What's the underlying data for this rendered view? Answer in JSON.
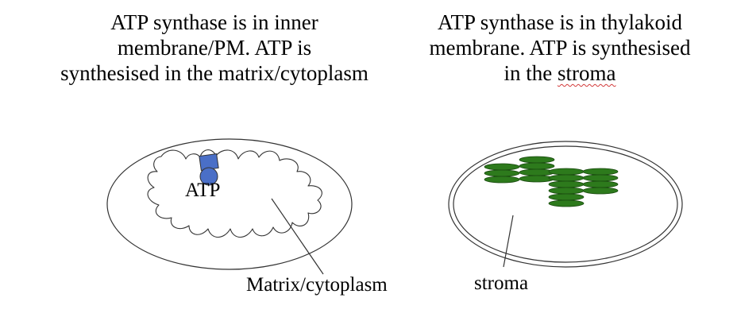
{
  "left_panel": {
    "caption_line1": "ATP synthase is in inner",
    "caption_line2": "membrane/PM. ATP is",
    "caption_line3": "synthesised in the matrix/cytoplasm",
    "atp_label": "ATP",
    "matrix_label": "Matrix/cytoplasm"
  },
  "right_panel": {
    "caption_line1": "ATP synthase is in thylakoid",
    "caption_line2": "membrane. ATP is synthesised",
    "caption_line3_prefix": "in the ",
    "caption_line3_word": "stroma",
    "stroma_label": "stroma"
  },
  "colors": {
    "atp_synthase": "#4a6fc7",
    "thylakoid": "#2d7a1c",
    "spellcheck_underline": "#d23a3a"
  }
}
